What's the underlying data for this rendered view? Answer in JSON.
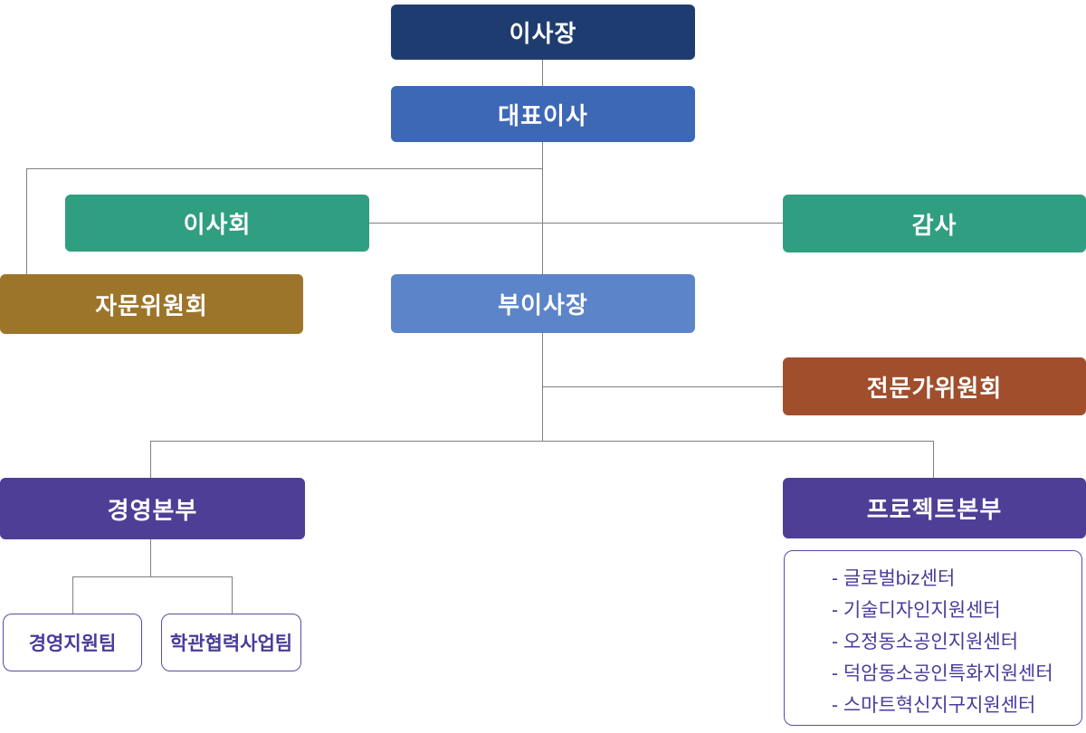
{
  "page": {
    "background": "#ffffff",
    "connector_color": "#7f7f7f",
    "outline_color": "#5b4ba8",
    "outline_text_color": "#473c9b"
  },
  "org": {
    "chairman": {
      "label": "이사장",
      "bg": "#1e3c70"
    },
    "ceo": {
      "label": "대표이사",
      "bg": "#3d68b6"
    },
    "board": {
      "label": "이사회",
      "bg": "#2f9e81"
    },
    "auditor": {
      "label": "감사",
      "bg": "#2f9e81"
    },
    "advisory": {
      "label": "자문위원회",
      "bg": "#9d752a"
    },
    "vice_chairman": {
      "label": "부이사장",
      "bg": "#5c84c9"
    },
    "expert_committee": {
      "label": "전문가위원회",
      "bg": "#a04e2c"
    },
    "management_hq": {
      "label": "경영본부",
      "bg": "#4e3e96"
    },
    "project_hq": {
      "label": "프로젝트본부",
      "bg": "#4e3e96"
    },
    "teams": [
      {
        "label": "경영지원팀"
      },
      {
        "label": "학관협력사업팀"
      }
    ],
    "project_centers": [
      "- 글로벌biz센터",
      "- 기술디자인지원센터",
      "- 오정동소공인지원센터",
      "- 덕암동소공인특화지원센터",
      "- 스마트혁신지구지원센터"
    ]
  }
}
